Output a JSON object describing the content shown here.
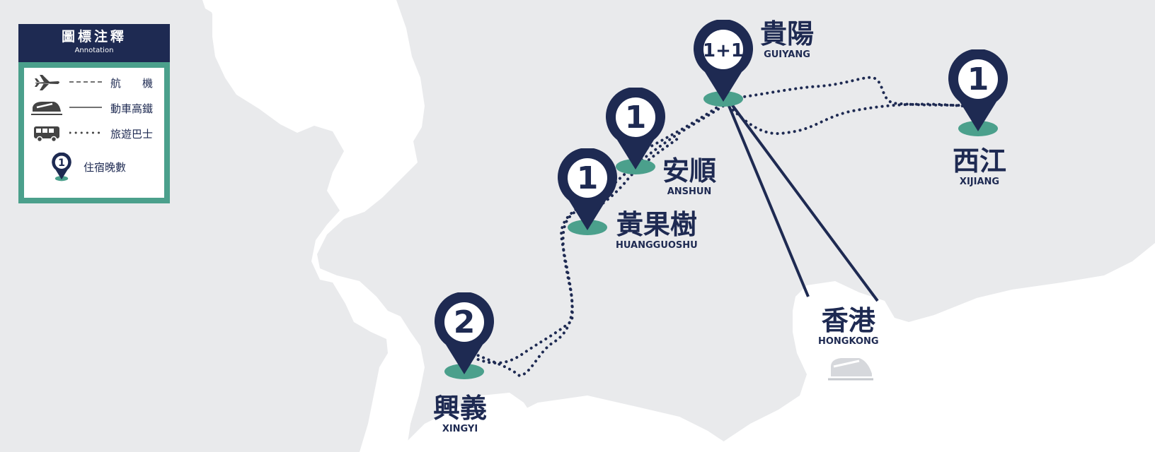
{
  "legend": {
    "title": "圖標注釋",
    "subtitle": "Annotation",
    "items": [
      {
        "icon": "airplane-icon",
        "style": "dashed",
        "label": "航　　機"
      },
      {
        "icon": "high-speed-train-icon",
        "style": "solid",
        "label": "動車高鐵"
      },
      {
        "icon": "bus-icon",
        "style": "dotted",
        "label": "旅遊巴士"
      },
      {
        "icon": "map-pin-icon",
        "style": "pin",
        "pin_number": "1",
        "label": "住宿晚數"
      }
    ]
  },
  "cities": [
    {
      "id": "guiyang",
      "zh": "貴陽",
      "en": "GUIYANG",
      "nights": "1+1"
    },
    {
      "id": "anshun",
      "zh": "安順",
      "en": "ANSHUN",
      "nights": "1"
    },
    {
      "id": "huangguoshu",
      "zh": "黃果樹",
      "en": "HUANGGUOSHU",
      "nights": "1"
    },
    {
      "id": "xingyi",
      "zh": "興義",
      "en": "XINGYI",
      "nights": "2"
    },
    {
      "id": "xijiang",
      "zh": "西江",
      "en": "XIJIANG",
      "nights": "1"
    },
    {
      "id": "hongkong",
      "zh": "香港",
      "en": "HONGKONG",
      "nights": ""
    }
  ],
  "colors": {
    "navy": "#1e2a52",
    "teal": "#4ba08c",
    "land": "#ffffff",
    "background": "#e9eaec"
  }
}
